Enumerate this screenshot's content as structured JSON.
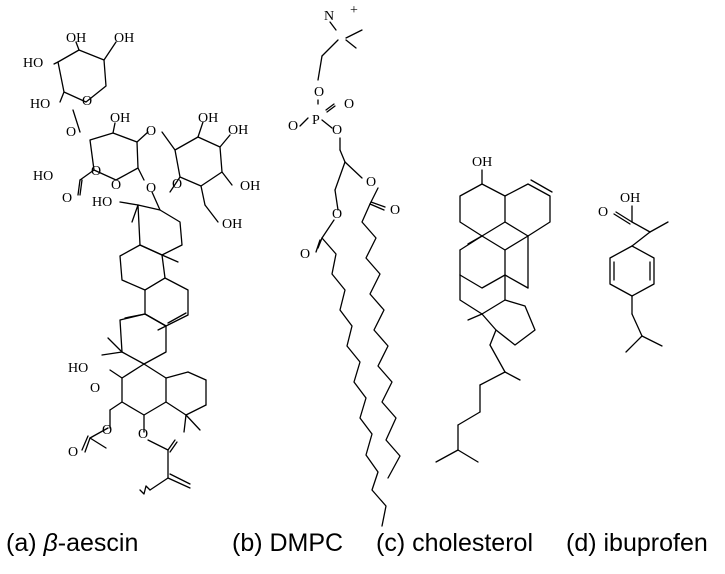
{
  "panels": [
    {
      "id": "a",
      "caption_prefix": "(a) ",
      "caption_italic": "β",
      "caption_suffix": "-aescin",
      "atom_labels": [
        "OH",
        "OH",
        "HO",
        "HO",
        "O",
        "O",
        "OH",
        "O",
        "O",
        "OH",
        "OH",
        "HO",
        "O",
        "O",
        "O",
        "O",
        "OH",
        "OH",
        "HO",
        "HO",
        "O",
        "O",
        "O",
        "O"
      ]
    },
    {
      "id": "b",
      "caption": "(b) DMPC",
      "atom_labels": [
        "N",
        "+",
        "O",
        "P",
        "O",
        "O",
        "O",
        "O",
        "O",
        "O",
        "O"
      ]
    },
    {
      "id": "c",
      "caption": "(c) cholesterol",
      "atom_labels": [
        "OH"
      ]
    },
    {
      "id": "d",
      "caption": "(d) ibuprofen",
      "atom_labels": [
        "OH",
        "O"
      ]
    }
  ]
}
